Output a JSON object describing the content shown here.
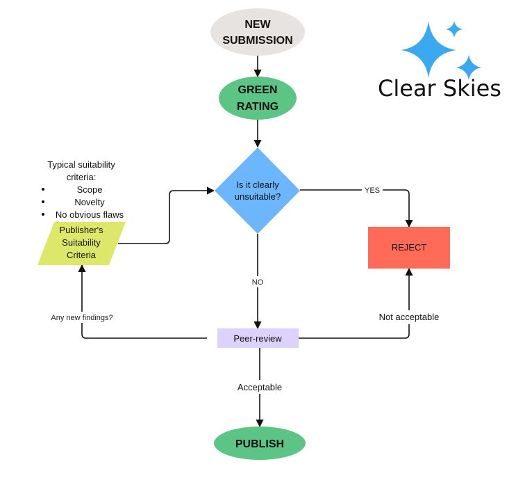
{
  "brand": {
    "name": "Clear Skies",
    "star_color": "#3aa9f0"
  },
  "nodes": {
    "new_submission": {
      "line1": "NEW",
      "line2": "SUBMISSION",
      "color": "#e7e3e1"
    },
    "green_rating": {
      "line1": "GREEN",
      "line2": "RATING",
      "color": "#5cc585"
    },
    "decision": {
      "line1": "Is it clearly",
      "line2": "unsuitable?",
      "color": "#6cb6fd"
    },
    "reject": {
      "label": "REJECT",
      "color": "#ff6b57"
    },
    "peer_review": {
      "label": "Peer-review",
      "color": "#dcd2fb"
    },
    "publish": {
      "label": "PUBLISH",
      "color": "#5cc585"
    },
    "criteria_box": {
      "line1": "Publisher's",
      "line2": "Suitability",
      "line3": "Criteria",
      "color": "#dde86a"
    }
  },
  "criteria_note": {
    "line1": "Typical suitability",
    "line2": "criteria:",
    "items": [
      "Scope",
      "Novelty",
      "No obvious flaws"
    ]
  },
  "edge_labels": {
    "yes": "YES",
    "no": "NO",
    "not_acceptable": "Not acceptable",
    "acceptable": "Acceptable",
    "any_new_findings": "Any new findings?"
  }
}
